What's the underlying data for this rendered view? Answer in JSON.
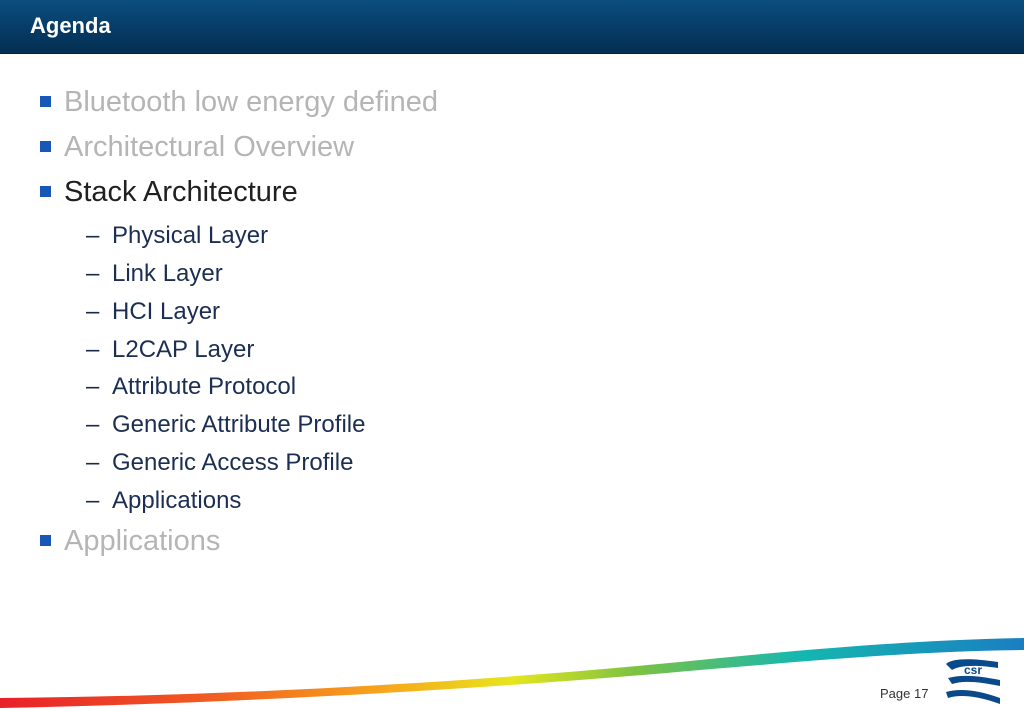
{
  "header": {
    "title": "Agenda"
  },
  "agenda": {
    "items": [
      {
        "label": "Bluetooth low energy defined"
      },
      {
        "label": "Architectural Overview"
      },
      {
        "label": "Stack Architecture"
      },
      {
        "label": "Applications"
      }
    ],
    "subitems": [
      {
        "label": "Physical Layer"
      },
      {
        "label": "Link Layer"
      },
      {
        "label": "HCI Layer"
      },
      {
        "label": "L2CAP Layer"
      },
      {
        "label": "Attribute Protocol"
      },
      {
        "label": "Generic Attribute Profile"
      },
      {
        "label": "Generic Access Profile"
      },
      {
        "label": "Applications"
      }
    ],
    "dash": "–"
  },
  "footer": {
    "page": "Page 17",
    "logo_text": "csr"
  },
  "colors": {
    "title_bar": "#063a63",
    "bullet": "#1657b8",
    "dimmed_text": "#b5b5b5",
    "active_text": "#202020",
    "sub_text": "#1c2e52"
  }
}
